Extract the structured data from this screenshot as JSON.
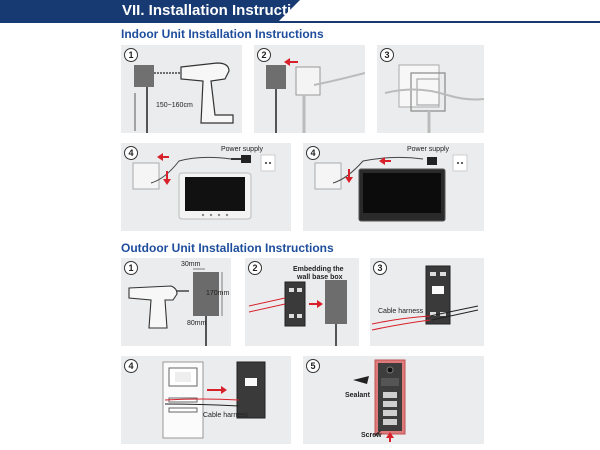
{
  "header": {
    "title": "VII. Installation Instructions"
  },
  "indoor": {
    "title": "Indoor Unit Installation Instructions",
    "steps": [
      {
        "number": "1",
        "height_label": "150~160cm"
      },
      {
        "number": "2"
      },
      {
        "number": "3"
      },
      {
        "number": "4",
        "power_label": "Power supply"
      },
      {
        "number": "4",
        "power_label": "Power supply"
      }
    ]
  },
  "outdoor": {
    "title": "Outdoor Unit Installation Instructions",
    "steps": [
      {
        "number": "1",
        "depth_label": "30mm",
        "height_label": "170mm",
        "width_label": "80mm"
      },
      {
        "number": "2",
        "caption_line1": "Embedding the",
        "caption_line2": "wall base box"
      },
      {
        "number": "3",
        "cable_label": "Cable harness"
      },
      {
        "number": "4",
        "cable_label": "Cable harness"
      },
      {
        "number": "5",
        "sealant_label": "Sealant",
        "screw_label": "Screw"
      }
    ]
  },
  "colors": {
    "navy": "#173a73",
    "title_blue": "#1d4d9c",
    "arrow_red": "#d8202a",
    "panel_bg": "#ebeced"
  }
}
